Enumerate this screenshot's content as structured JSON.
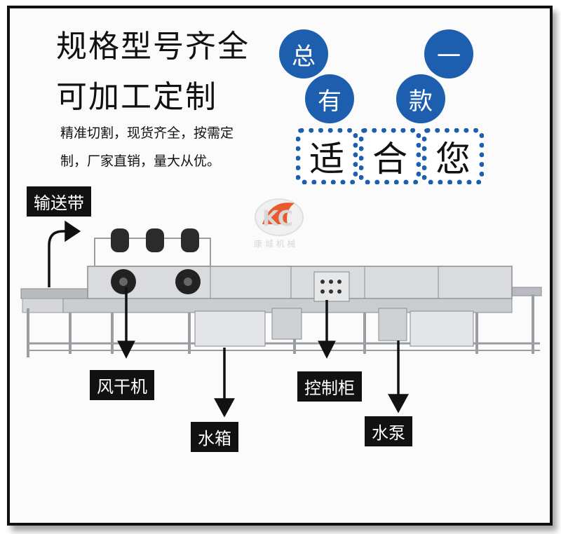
{
  "headline": {
    "line1": "规格型号齐全",
    "line2": "可加工定制"
  },
  "description": {
    "line1": "精准切割，现货齐全，按需定",
    "line2": "制，厂家直销，量大从优。"
  },
  "circles": [
    "总",
    "一",
    "有",
    "款"
  ],
  "stamps": [
    "适",
    "合",
    "您"
  ],
  "labels": {
    "conveyor": "输送带",
    "air_dryer": "风干机",
    "water_tank": "水箱",
    "control_cabinet": "控制柜",
    "water_pump": "水泵"
  },
  "logo": {
    "letters": "KC",
    "caption": "康 城 机 械"
  },
  "colors": {
    "accent_blue": "#1d5fae",
    "logo_red": "#e64a19",
    "label_bg": "#111111",
    "steel": "#c9ccd0"
  }
}
